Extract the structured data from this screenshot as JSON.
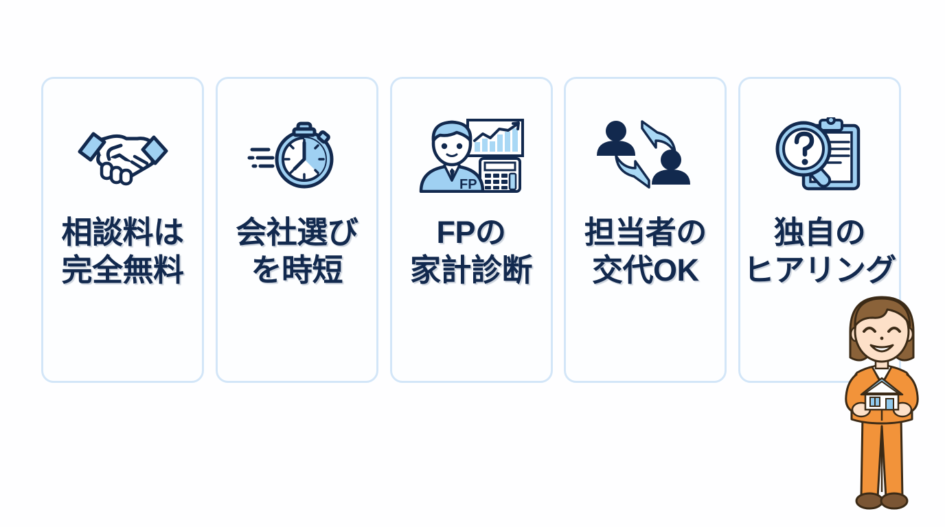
{
  "page": {
    "background_color": "#fefeff",
    "accent_light_blue": "#a7d4f2",
    "accent_navy": "#12294e",
    "card_border_color": "#d3e6f8",
    "character_suit_color": "#f2933a"
  },
  "cards": [
    {
      "icon": "handshake-icon",
      "line1": "相談料は",
      "line2": "完全無料"
    },
    {
      "icon": "stopwatch-icon",
      "line1": "会社選び",
      "line2": "を時短"
    },
    {
      "icon": "fp-advisor-chart-calculator-icon",
      "line1": "FPの",
      "line2": "家計診断"
    },
    {
      "icon": "person-swap-icon",
      "line1": "担当者の",
      "line2": "交代OK"
    },
    {
      "icon": "magnifier-question-clipboard-icon",
      "line1": "独自の",
      "line2": "ヒアリング"
    }
  ],
  "character": {
    "name": "woman-holding-house-illustration",
    "hair_color": "#8a6239",
    "skin_color": "#fde0c8",
    "suit_color": "#f2933a",
    "house_roof_color": "#8fc8ec",
    "shoe_color": "#7a5534"
  }
}
